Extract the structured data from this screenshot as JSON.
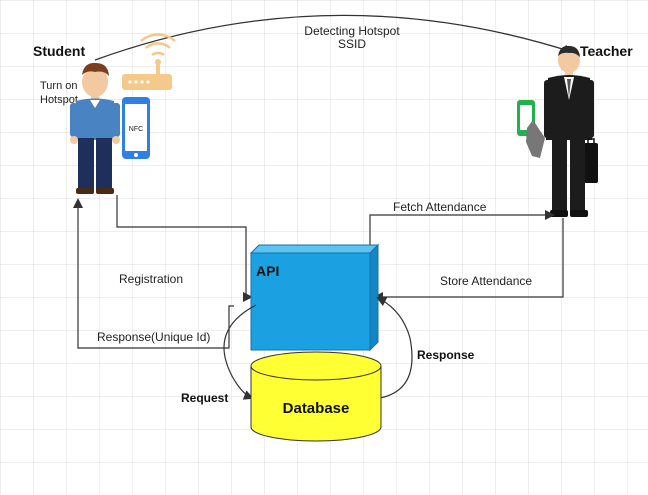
{
  "actors": {
    "student": "Student",
    "teacher": "Teacher"
  },
  "labels": {
    "detecting_line1": "Detecting Hotspot",
    "detecting_line2": "SSID",
    "turn_on_line1": "Turn on",
    "turn_on_line2": "Hotspot",
    "nfc": "NFC",
    "fetch": "Fetch Attendance",
    "store": "Store Attendance",
    "registration": "Registration",
    "response_unique": "Response(Unique Id)",
    "request": "Request",
    "response": "Response"
  },
  "nodes": {
    "api": "API",
    "database": "Database"
  },
  "colors": {
    "api_fill": "#1ba1e2",
    "db_fill": "#ffff33",
    "router": "#f5c98a"
  },
  "icons": [
    "student-figure-icon",
    "teacher-figure-icon",
    "wifi-router-icon",
    "nfc-phone-icon",
    "teacher-phone-icon"
  ]
}
